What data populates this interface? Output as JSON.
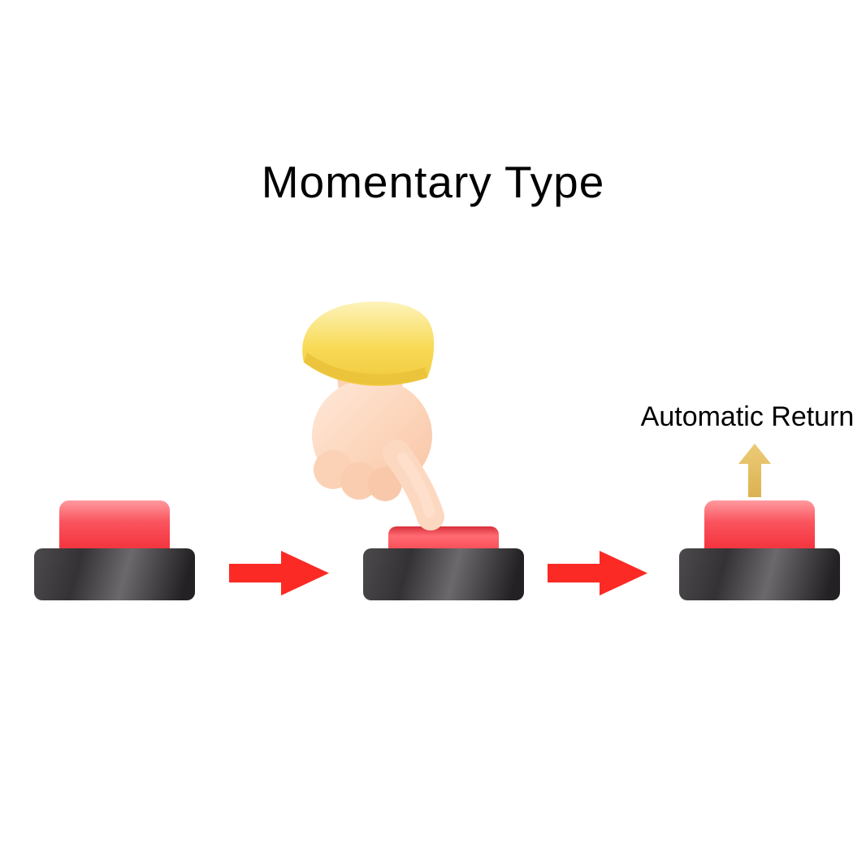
{
  "diagram": {
    "title": "Momentary Type",
    "annotation": "Automatic Return",
    "type": "process-flow",
    "steps": [
      {
        "position": "left",
        "state": "button-up"
      },
      {
        "position": "middle",
        "state": "button-pressed-by-hand"
      },
      {
        "position": "right",
        "state": "button-returned-up"
      }
    ],
    "colors": {
      "background": "#ffffff",
      "text": "#000000",
      "button_cap_red": "#f8414b",
      "button_cap_highlight": "#ff9aa0",
      "button_base_dark": "#232123",
      "button_base_light": "#6b696b",
      "flow_arrow_red": "#fb2a25",
      "return_arrow_gold": "#e2bc62",
      "hand_skin": "#fcd8c2",
      "sleeve_yellow": "#f8da55"
    }
  }
}
